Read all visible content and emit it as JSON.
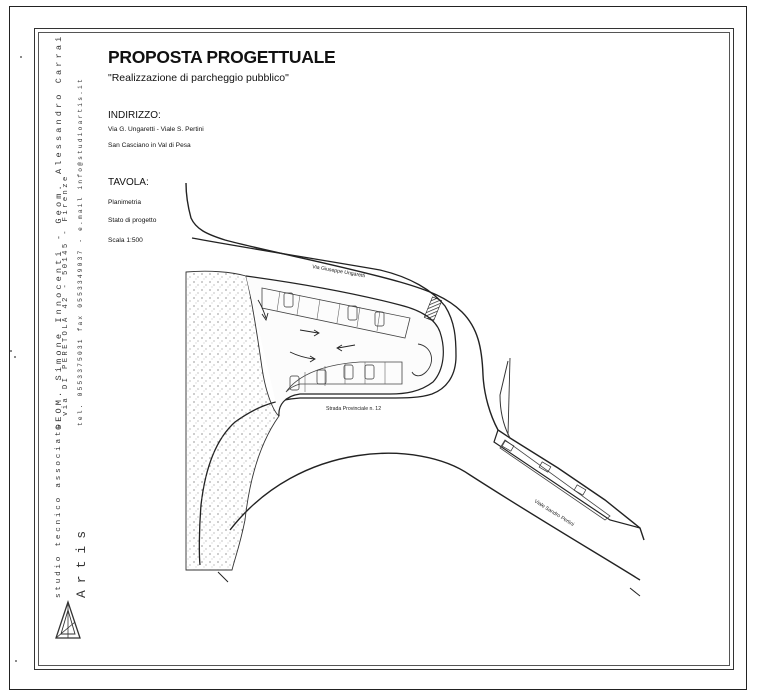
{
  "title": "PROPOSTA PROGETTUALE",
  "subtitle": "\"Realizzazione di parcheggio pubblico\"",
  "address": {
    "heading": "INDIRIZZO:",
    "line1": "Via G. Ungaretti - Viale S. Pertini",
    "line2": "San Casciano in Val di Pesa"
  },
  "tavola": {
    "heading": "TAVOLA:",
    "line1": "Planimetria",
    "line2": "Stato di progetto",
    "line3": "Scala 1:500"
  },
  "studio": {
    "names": "GEOM. Simone Innocenti - Geom. Alessandro Carrai",
    "address": "via DI PERETOLA 42 - 50145 - Firenze",
    "contacts": "tel. 0553375031  fax 0553349037  -  e.mail info@studioartis.it",
    "brand": "Artis",
    "brand_sub": "studio tecnico associato"
  },
  "streets": {
    "via_ungaretti": "Via Giuseppe Ungaretti",
    "strada_provinciale": "Strada Provinciale n. 12",
    "viale_pertini": "Viale Sandro Pertini"
  },
  "icons": {
    "logo": "artis-triangle-logo-icon",
    "flow_arrows": "arrow-icon"
  }
}
